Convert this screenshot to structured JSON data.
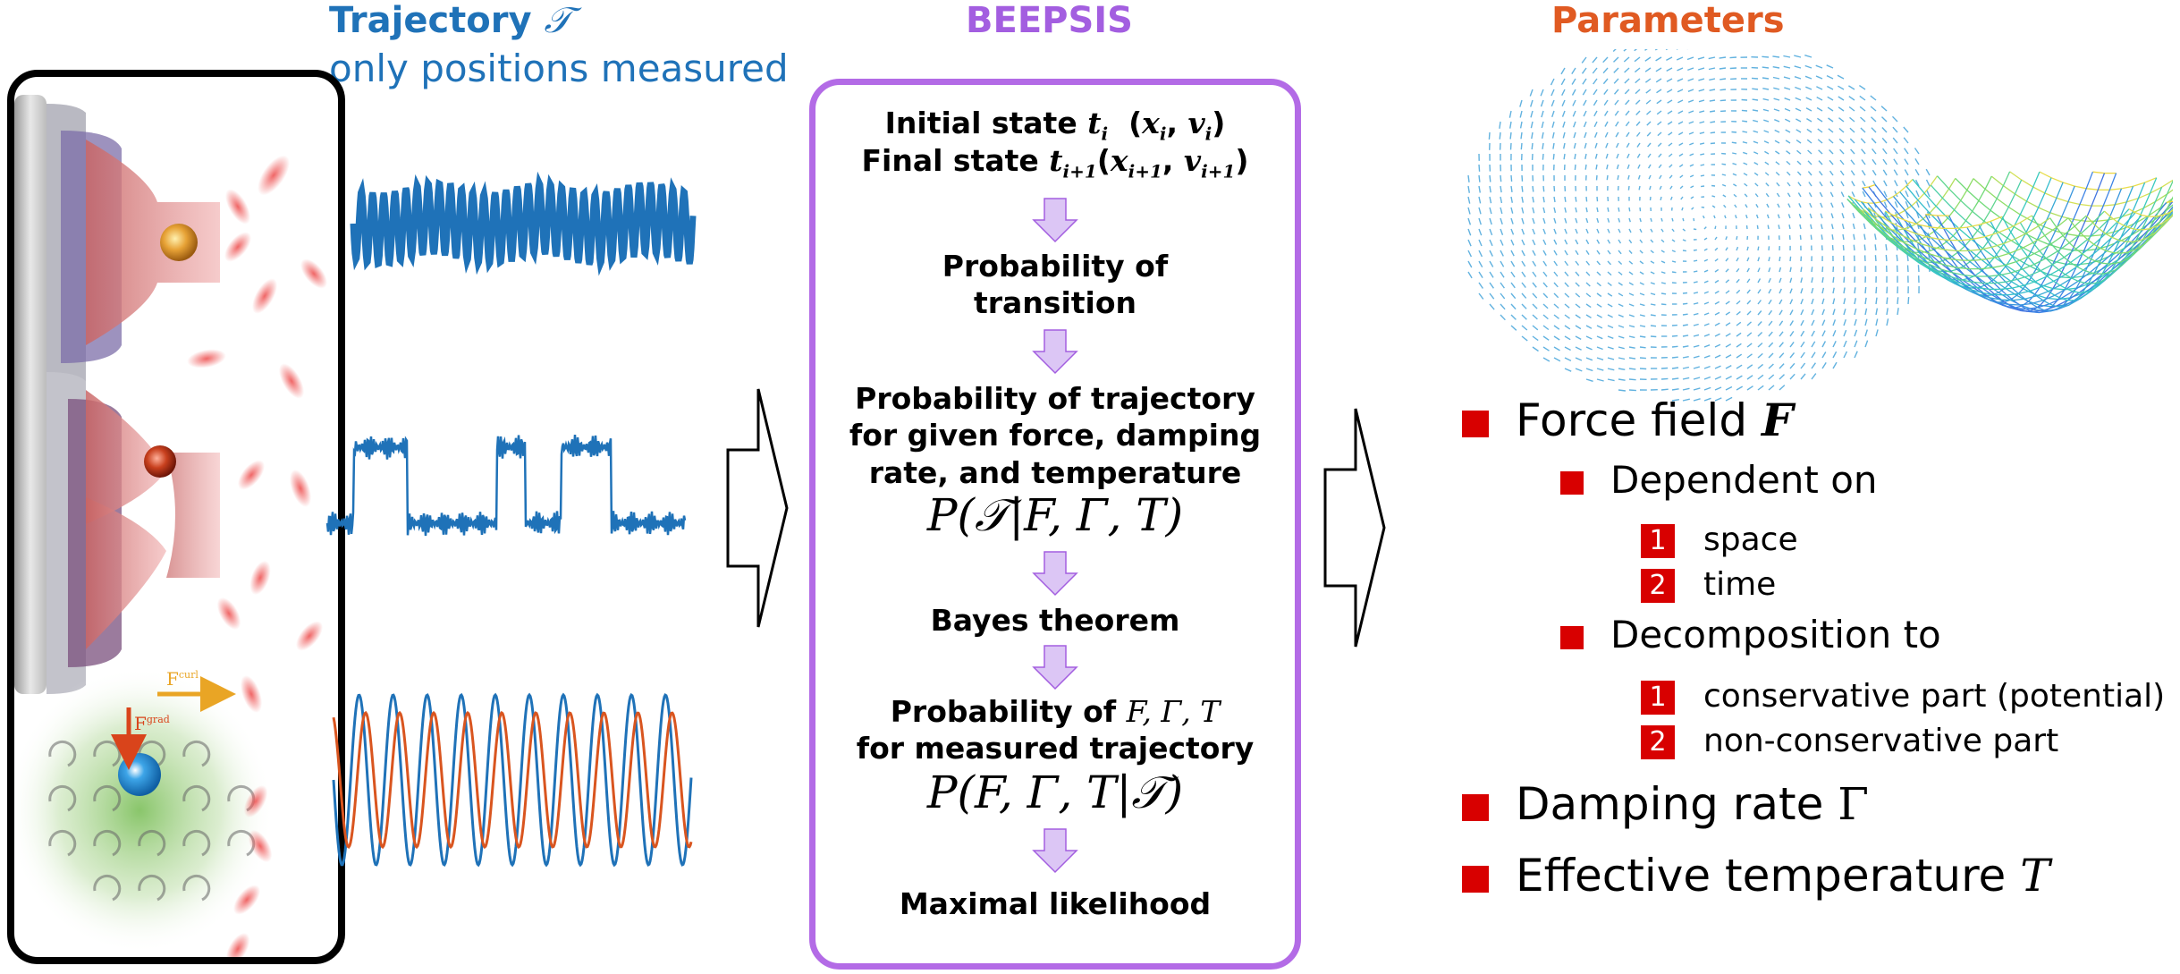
{
  "trajectory": {
    "title": "Trajectory",
    "symbol": "𝒯",
    "subtitle": "only positions measured"
  },
  "beepsis": {
    "title": "BEEPSIS",
    "initial_state": "Initial state t_i (x_i, v_i)",
    "initial_label": "Initial state",
    "initial_math": "t",
    "initial_sub": "i",
    "final_label": "Final state",
    "step1": "Probability of transition",
    "step1_line1": "Probability of",
    "step1_line2": "transition",
    "step2_line1": "Probability of trajectory",
    "step2_line2": "for given force, damping",
    "step2_line3": "rate, and temperature",
    "step2_math": "P(𝒯|F, Γ, T)",
    "step3": "Bayes theorem",
    "step4_line1_text": "Probability of",
    "step4_line1_math": "F, Γ, T",
    "step4_line2": "for measured trajectory",
    "step4_math": "P(F, Γ, T|𝒯)",
    "step5": "Maximal likelihood",
    "arrow_color": "#dcc6f5",
    "border_color": "#b36be6"
  },
  "parameters": {
    "title": "Parameters",
    "force_field_label": "Force field",
    "force_field_symbol": "F",
    "dependent_on": "Dependent on",
    "dep_items": [
      {
        "num": "1",
        "label": "space"
      },
      {
        "num": "2",
        "label": "time"
      }
    ],
    "decomposition": "Decomposition to",
    "decomp_items": [
      {
        "num": "1",
        "label": "conservative part (potential)"
      },
      {
        "num": "2",
        "label": "non-conservative part"
      }
    ],
    "damping_label": "Damping rate",
    "damping_symbol": "Γ",
    "temp_label": "Effective temperature",
    "temp_symbol": "T",
    "bullet_color": "#d80000"
  },
  "left_panel": {
    "force_curl_label": "F",
    "force_curl_sup": "curl",
    "force_grad_label": "F",
    "force_grad_sup": "grad"
  },
  "colors": {
    "trajectory_blue": "#1f72b8",
    "beepsis_purple": "#a35ee0",
    "params_orange": "#e05a22",
    "signal_orange": "#d9551f"
  }
}
